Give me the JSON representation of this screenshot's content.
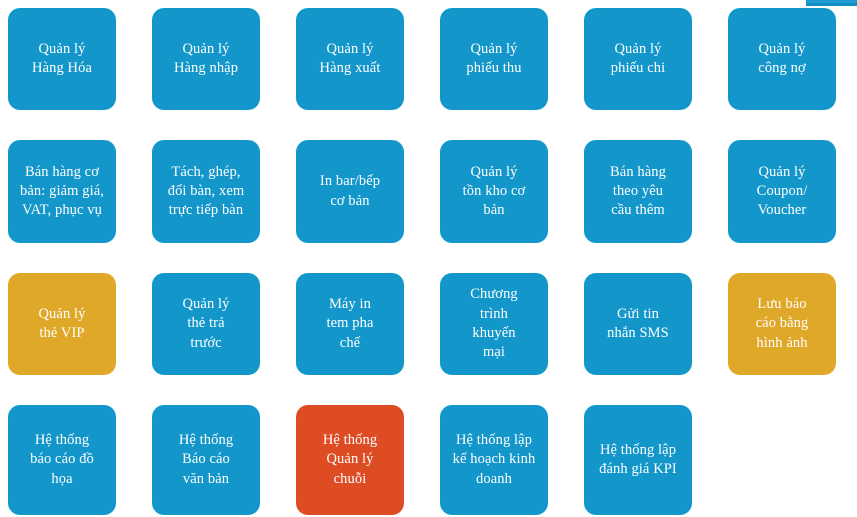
{
  "page": {
    "background_color": "#ffffff",
    "accent_colors": {
      "blue": "#1397cb",
      "gold": "#dfa828",
      "red": "#dd4c22"
    }
  },
  "top_strip": {
    "name": "top-right-blue-strip",
    "color": "#1e9ad0"
  },
  "grid": {
    "columns": 6,
    "rows": 4,
    "tiles": [
      {
        "label": "Quản lý\nHàng Hóa",
        "color": "blue"
      },
      {
        "label": "Quản lý\nHàng nhập",
        "color": "blue"
      },
      {
        "label": "Quản lý\nHàng xuất",
        "color": "blue"
      },
      {
        "label": "Quản lý\nphiếu thu",
        "color": "blue"
      },
      {
        "label": "Quản lý\nphiếu chi",
        "color": "blue"
      },
      {
        "label": "Quản lý\ncông nợ",
        "color": "blue"
      },
      {
        "label": "Bán hàng cơ\nbản: giảm giá,\nVAT, phục vụ",
        "color": "blue"
      },
      {
        "label": "Tách, ghép,\nđổi bàn, xem\ntrực tiếp bàn",
        "color": "blue"
      },
      {
        "label": "In bar/bếp\ncơ bản",
        "color": "blue"
      },
      {
        "label": "Quản lý\ntồn kho cơ\nbản",
        "color": "blue"
      },
      {
        "label": "Bán hàng\ntheo yêu\ncầu thêm",
        "color": "blue"
      },
      {
        "label": "Quản lý\nCoupon/\nVoucher",
        "color": "blue"
      },
      {
        "label": "Quản lý\nthẻ VIP",
        "color": "gold"
      },
      {
        "label": "Quản lý\nthẻ trả\ntrước",
        "color": "blue"
      },
      {
        "label": "Máy in\ntem pha\nchế",
        "color": "blue"
      },
      {
        "label": "Chương\ntrình\nkhuyến\nmại",
        "color": "blue"
      },
      {
        "label": "Gửi tin\nnhắn SMS",
        "color": "blue"
      },
      {
        "label": "Lưu báo\ncáo bằng\nhình ảnh",
        "color": "gold"
      },
      {
        "label": "Hệ thống\nbáo cáo đồ\nhọa",
        "color": "blue"
      },
      {
        "label": "Hệ thống\nBáo cáo\nvăn bản",
        "color": "blue"
      },
      {
        "label": "Hệ thống\nQuản lý\nchuỗi",
        "color": "red"
      },
      {
        "label": "Hệ thống lập\nkế hoạch kinh\ndoanh",
        "color": "blue"
      },
      {
        "label": "Hệ thống lập\nđánh giá KPI",
        "color": "blue"
      },
      {
        "label": "",
        "color": "empty"
      }
    ]
  }
}
